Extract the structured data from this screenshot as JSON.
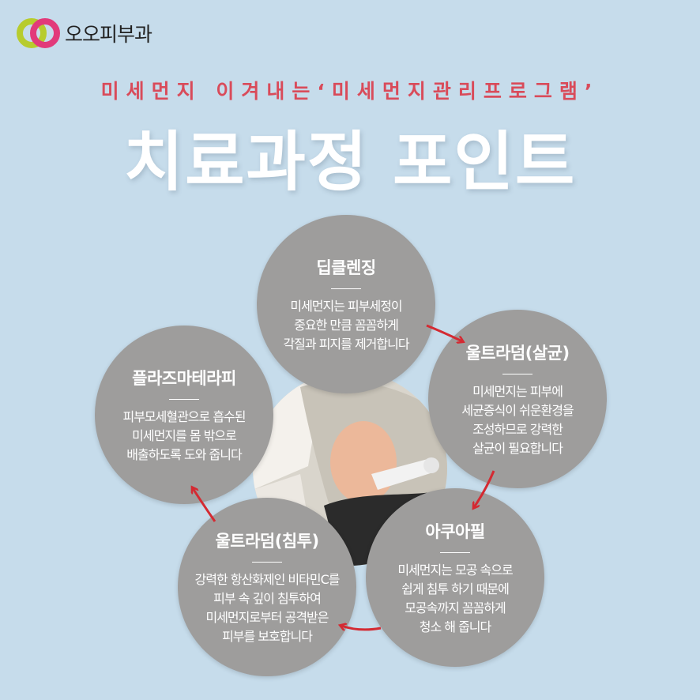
{
  "brand": {
    "oo": "오오",
    "rest": "피부과",
    "colors": {
      "ring_green": "#b7cc2e",
      "ring_pink": "#e23a7a"
    }
  },
  "subtitle": "미세먼지 이겨내는‘미세먼지관리프로그램’",
  "title": "치료과정 포인트",
  "steps": [
    {
      "title": "딥클렌징",
      "body": "미세먼지는 피부세정이\n중요한 만큼 꼼꼼하게\n각질과 피지를 제거합니다"
    },
    {
      "title": "울트라덤(살균)",
      "body": "미세먼지는 피부에\n세균증식이 쉬운환경을\n조성하므로 강력한\n살균이 필요합니다"
    },
    {
      "title": "아쿠아필",
      "body": "미세먼지는 모공 속으로\n쉽게 침투 하기 때문에\n모공속까지 꼼꼼하게\n청소 해 줍니다"
    },
    {
      "title": "울트라덤(침투)",
      "body": "강력한 항산화제인 비타민C를\n피부 속 깊이 침투하여\n미세먼지로부터 공격받은\n피부를 보호합니다"
    },
    {
      "title": "플라즈마테라피",
      "body": "피부모세혈관으로 흡수된\n미세먼지를 몸 밖으로\n배출하도록 도와 줍니다"
    }
  ],
  "colors": {
    "background": "#c6dceb",
    "circle": "#9e9d9c",
    "accent": "#d94b5a",
    "arrow": "#d42a32"
  }
}
